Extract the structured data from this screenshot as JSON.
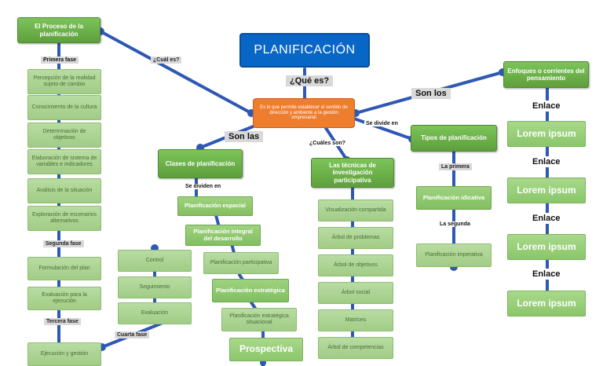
{
  "title": "PLANIFICACIÓN",
  "central": "Es lo que permite establecer el sentido de dirección y ambiente a la gestión empresarial",
  "que_es": "¿Qué es?",
  "proceso": {
    "title": "El Proceso de la planificación",
    "cual_es": "¿Cuál es?",
    "primera_fase": "Primera fase",
    "segunda_fase": "Segunda fase",
    "tercera_fase": "Tercera fase",
    "cuarta_fase": "Cuarta fase",
    "fase1": [
      "Percepción de la realidad sujeto de cambio",
      "Conocimiento de la cultura",
      "Determinación de objetivos",
      "Elaboración de sistema de variables e indicadores",
      "Análisis de la situación",
      "Exploración de escenarios alternativos"
    ],
    "fase2": [
      "Formulación del plan",
      "Evaluación para la ejecución"
    ],
    "fase3": "Ejecución y gestión",
    "fase4": [
      "Control",
      "Seguimiento",
      "Evaluación"
    ]
  },
  "clases": {
    "connector": "Son las",
    "title": "Clases de planificación",
    "divide": "Se dividen en",
    "items": [
      "Planificación espacial",
      "Planificación integral del desarrollo",
      "Planificación participativa",
      "Planificación estratégica",
      "Planificación estratégica situacional",
      "Prospectiva"
    ]
  },
  "tecnicas": {
    "connector": "¿Cuáles son?",
    "title": "Las técnicas de investigación participativa",
    "items": [
      "Visualización compartida",
      "Árbol de problemas",
      "Árbol de objetivos",
      "Árbol social",
      "Matrices",
      "Árbol de competencias"
    ]
  },
  "tipos": {
    "connector": "Se divide en",
    "title": "Tipos de planificación",
    "primera": "La primera",
    "segunda": "La segunda",
    "items": [
      "Planificación idicativa",
      "Planificación imperativa"
    ]
  },
  "enfoques": {
    "connector": "Son los",
    "title": "Enfoques o corrientes del pensamiento",
    "enlace": "Enlace",
    "items": [
      "Lorem ipsum",
      "Lorem ipsum",
      "Lorem ipsum",
      "Lorem ipsum"
    ]
  },
  "colors": {
    "link": "#2f58b4",
    "title_bg": "#0866c6",
    "central_bg": "#ef7d2e",
    "green": "#6db24a"
  }
}
